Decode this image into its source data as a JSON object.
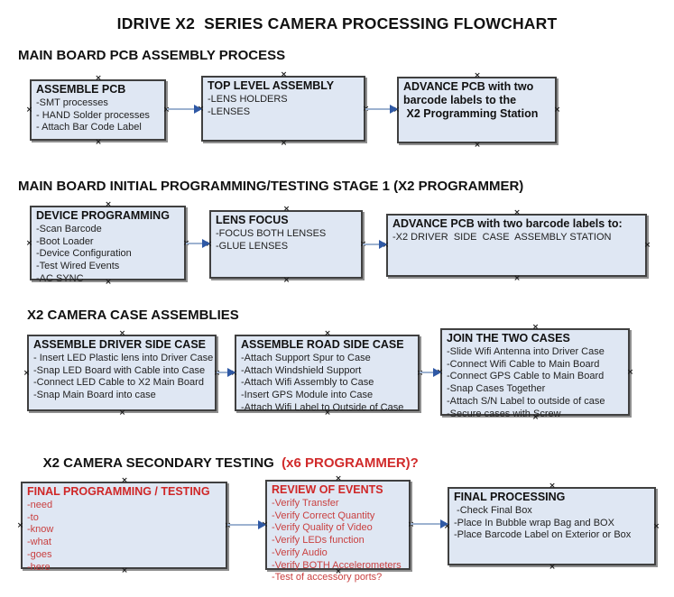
{
  "page_title": "IDRIVE X2  SERIES CAMERA PROCESSING FLOWCHART",
  "colors": {
    "box_fill": "#dfe7f3",
    "box_border": "#404040",
    "arrow_line": "#9db2d0",
    "arrow_head": "#2f59a5",
    "red_text": "#d12b2b",
    "black_text": "#111111"
  },
  "sections": [
    {
      "heading": "MAIN BOARD PCB ASSEMBLY PROCESS",
      "boxes": [
        {
          "title": "ASSEMBLE PCB",
          "items": [
            "-SMT processes",
            "- HAND Solder processes",
            "- Attach Bar Code Label"
          ]
        },
        {
          "title": "TOP LEVEL ASSEMBLY",
          "items": [
            "-LENS HOLDERS",
            "-LENSES"
          ]
        },
        {
          "title": "ADVANCE PCB with two\nbarcode labels to the\n X2 Programming Station",
          "items": []
        }
      ]
    },
    {
      "heading": "MAIN BOARD INITIAL PROGRAMMING/TESTING STAGE 1 (X2 PROGRAMMER)",
      "boxes": [
        {
          "title": "DEVICE PROGRAMMING",
          "items": [
            "-Scan Barcode",
            "-Boot Loader",
            "-Device Configuration",
            "-Test Wired Events",
            "-AC SYNC"
          ]
        },
        {
          "title": "LENS FOCUS",
          "items": [
            "-FOCUS BOTH LENSES",
            "-GLUE LENSES"
          ]
        },
        {
          "title": "ADVANCE PCB with two barcode labels to:",
          "items": [
            "-X2 DRIVER  SIDE  CASE  ASSEMBLY STATION"
          ]
        }
      ]
    },
    {
      "heading": "X2 CAMERA CASE ASSEMBLIES",
      "boxes": [
        {
          "title": "ASSEMBLE DRIVER SIDE CASE",
          "items": [
            "- Insert LED Plastic lens into Driver Case",
            "-Snap LED Board with Cable into Case",
            "-Connect LED Cable to X2 Main Board",
            "-Snap Main Board into case"
          ]
        },
        {
          "title": "ASSEMBLE ROAD SIDE CASE",
          "items": [
            "-Attach Support Spur to Case",
            "-Attach Windshield Support",
            "-Attach Wifi Assembly to Case",
            "-Insert GPS Module into Case",
            "-Attach Wifi Label to Outside of Case"
          ]
        },
        {
          "title": "JOIN THE TWO CASES",
          "items": [
            "-Slide Wifi Antenna into Driver Case",
            "-Connect Wifi Cable to Main Board",
            "-Connect GPS Cable to Main Board",
            "-Snap Cases Together",
            "-Attach S/N Label to outside of case",
            "-Secure cases with Screw"
          ]
        }
      ]
    },
    {
      "heading": "X2 CAMERA SECONDARY TESTING ",
      "heading_suffix": " (x6 PROGRAMMER)?",
      "boxes": [
        {
          "title": "FINAL PROGRAMMING / TESTING",
          "items": [
            "-need",
            "-to",
            "-know",
            "-what",
            "-goes",
            "-here"
          ]
        },
        {
          "title": "REVIEW OF EVENTS",
          "items": [
            "-Verify Transfer",
            "-Verify Correct Quantity",
            "-Verify Quality of Video",
            "-Verify LEDs function",
            "-Verify Audio",
            "-Verify BOTH Accelerometers",
            "-Test of accessory ports?"
          ]
        },
        {
          "title": "FINAL PROCESSING",
          "items": [
            " -Check Final Box",
            "-Place In Bubble wrap Bag and BOX",
            "-Place Barcode Label on Exterior or Box"
          ]
        }
      ]
    }
  ]
}
